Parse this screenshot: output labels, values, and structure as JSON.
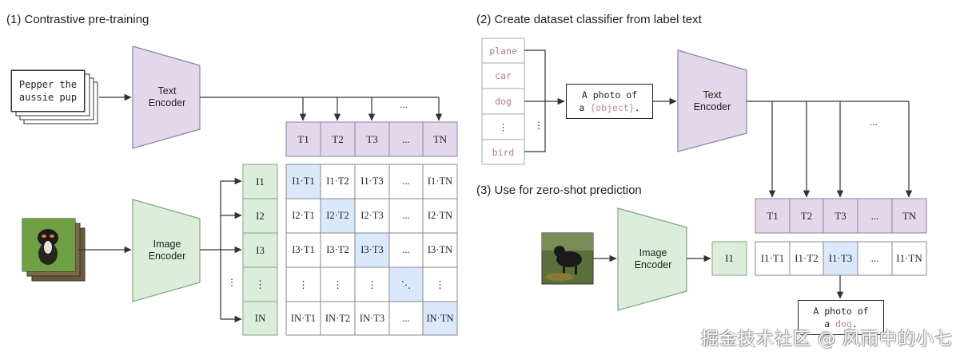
{
  "section1": {
    "title": "(1) Contrastive pre-training"
  },
  "section2": {
    "title": "(2) Create dataset classifier from label text"
  },
  "section3": {
    "title": "(3) Use for zero-shot prediction"
  },
  "text_input": {
    "line1": "Pepper the",
    "line2": "aussie pup"
  },
  "encoders": {
    "text": "Text Encoder",
    "image": "Image Encoder"
  },
  "text_embeddings": [
    "T1",
    "T2",
    "T3",
    "...",
    "TN"
  ],
  "image_embeddings": [
    "I1",
    "I2",
    "I3",
    "⋮",
    "IN"
  ],
  "matrix": [
    [
      "I1·T1",
      "I1·T2",
      "I1·T3",
      "...",
      "I1·TN"
    ],
    [
      "I2·T1",
      "I2·T2",
      "I2·T3",
      "...",
      "I2·TN"
    ],
    [
      "I3·T1",
      "I3·T2",
      "I3·T3",
      "...",
      "I3·TN"
    ],
    [
      "⋮",
      "⋮",
      "⋮",
      "⋱",
      "⋮"
    ],
    [
      "IN·T1",
      "IN·T2",
      "IN·T3",
      "...",
      "IN·TN"
    ]
  ],
  "labels": [
    "plane",
    "car",
    "dog",
    "⋮",
    "bird"
  ],
  "template": {
    "line1": "A photo of",
    "line2_prefix": "a ",
    "object": "{object}",
    "line2_suffix": "."
  },
  "zero_shot_row": [
    "I1·T1",
    "I1·T2",
    "I1·T3",
    "...",
    "I1·TN"
  ],
  "zero_shot_image_embedding": "I1",
  "prediction": {
    "line1": "A photo of",
    "line2_prefix": "a ",
    "object": "dog",
    "line2_suffix": "."
  },
  "ellipsis": "...",
  "watermark": "掘金技术社区 @ 风雨中的小七",
  "colors": {
    "text_encoder": "#e3d8ea",
    "image_encoder": "#dbeedb",
    "highlight": "#dae8fc",
    "accent_word": "#b07a8a"
  }
}
